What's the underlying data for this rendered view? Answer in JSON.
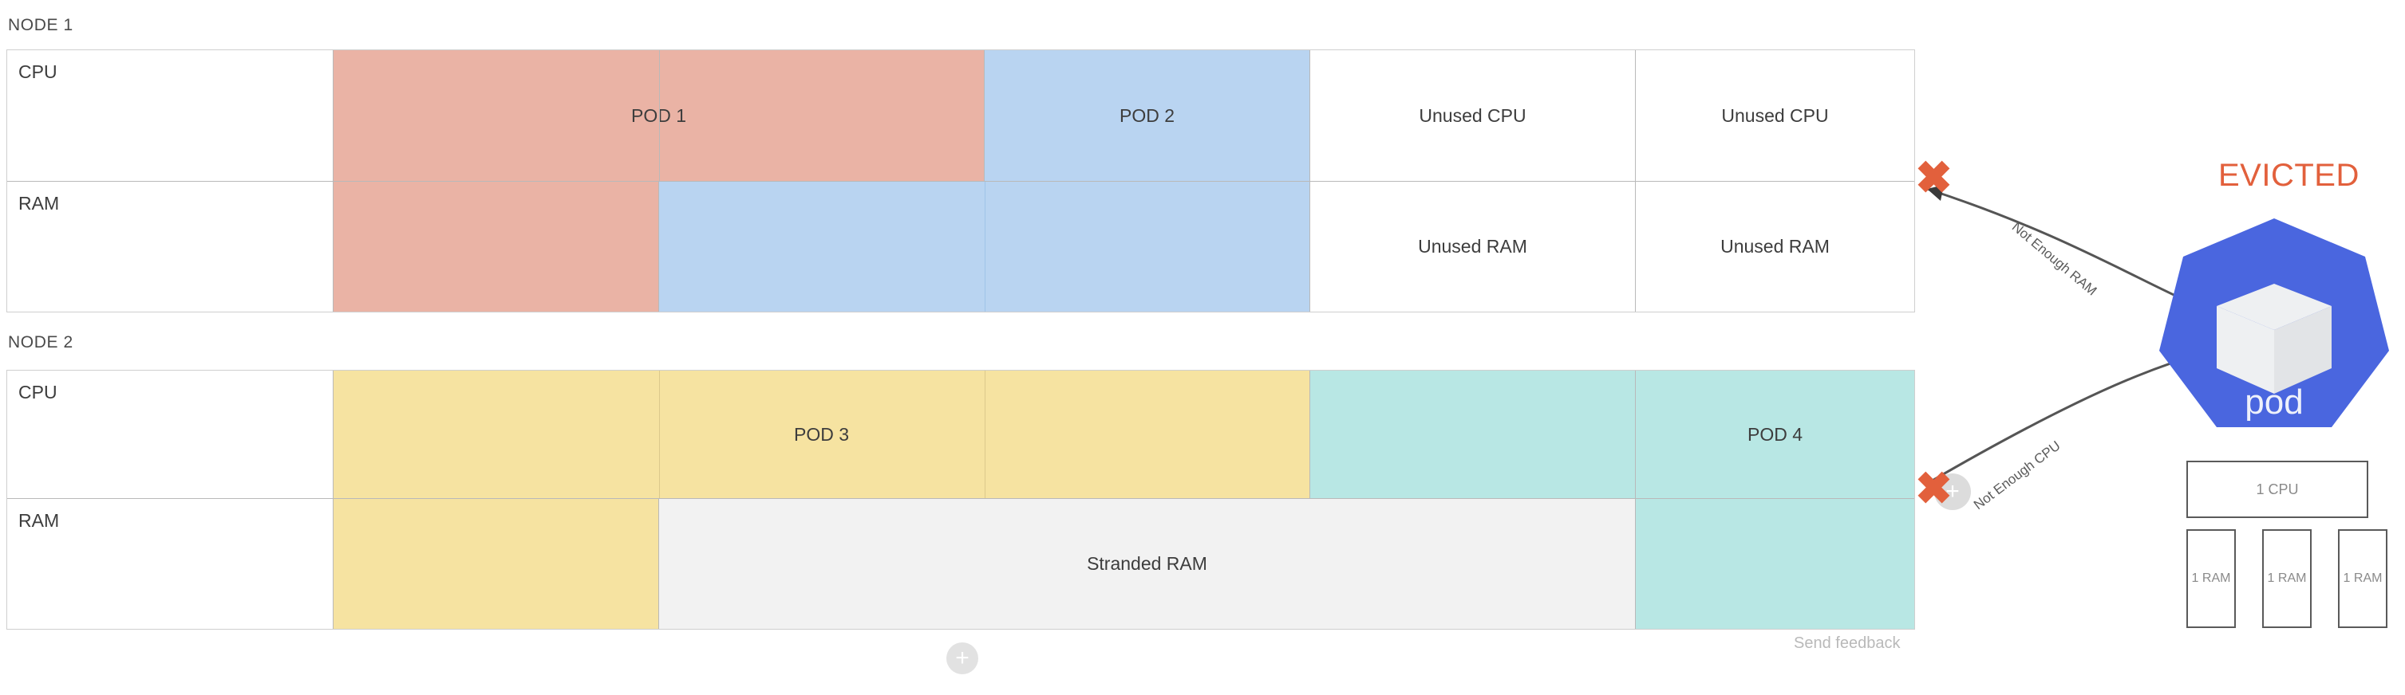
{
  "nodes": [
    {
      "label": "NODE 1",
      "rows": [
        {
          "label": "CPU",
          "cells": [
            {
              "text": "POD 1",
              "color": "#eab3a5",
              "span": 2
            },
            {
              "text": "POD 2",
              "color": "#b9d4f1",
              "span": 1
            },
            {
              "text": "Unused CPU",
              "color": "#ffffff",
              "span": 1
            },
            {
              "text": "Unused CPU",
              "color": "#ffffff",
              "span": 1
            }
          ]
        },
        {
          "label": "RAM",
          "cells": [
            {
              "text": "",
              "color": "#eab3a5",
              "span": 1
            },
            {
              "text": "",
              "color": "#b9d4f1",
              "span": 2
            },
            {
              "text": "Unused RAM",
              "color": "#ffffff",
              "span": 1
            },
            {
              "text": "Unused RAM",
              "color": "#ffffff",
              "span": 1
            }
          ]
        }
      ]
    },
    {
      "label": "NODE 2",
      "rows": [
        {
          "label": "CPU",
          "cells": [
            {
              "text": "POD 3",
              "color": "#f6e3a1",
              "span": 3
            },
            {
              "text": "",
              "color": "#b8e7e4",
              "span": 1
            },
            {
              "text": "POD 4",
              "color": "#b8e7e4",
              "span": 1
            }
          ]
        },
        {
          "label": "RAM",
          "cells": [
            {
              "text": "",
              "color": "#f6e3a1",
              "span": 1
            },
            {
              "text": "Stranded RAM",
              "color": "#f2f2f2",
              "span": 3
            },
            {
              "text": "",
              "color": "#b8e7e4",
              "span": 1
            }
          ]
        }
      ]
    }
  ],
  "annotations": [
    {
      "label": "Not Enough RAM",
      "marker": "x-mark"
    },
    {
      "label": "Not Enough CPU",
      "marker": "x-mark"
    }
  ],
  "pod_panel": {
    "status": "EVICTED",
    "status_color": "#e2603c",
    "pod_caption": "pod",
    "pod_color": "#4a66df",
    "requests": {
      "cpu": {
        "label": "1 CPU"
      },
      "ram": [
        {
          "label": "1 RAM"
        },
        {
          "label": "1 RAM"
        },
        {
          "label": "1 RAM"
        }
      ]
    }
  },
  "footer": {
    "send_feedback": "Send feedback",
    "add_button": "+"
  }
}
